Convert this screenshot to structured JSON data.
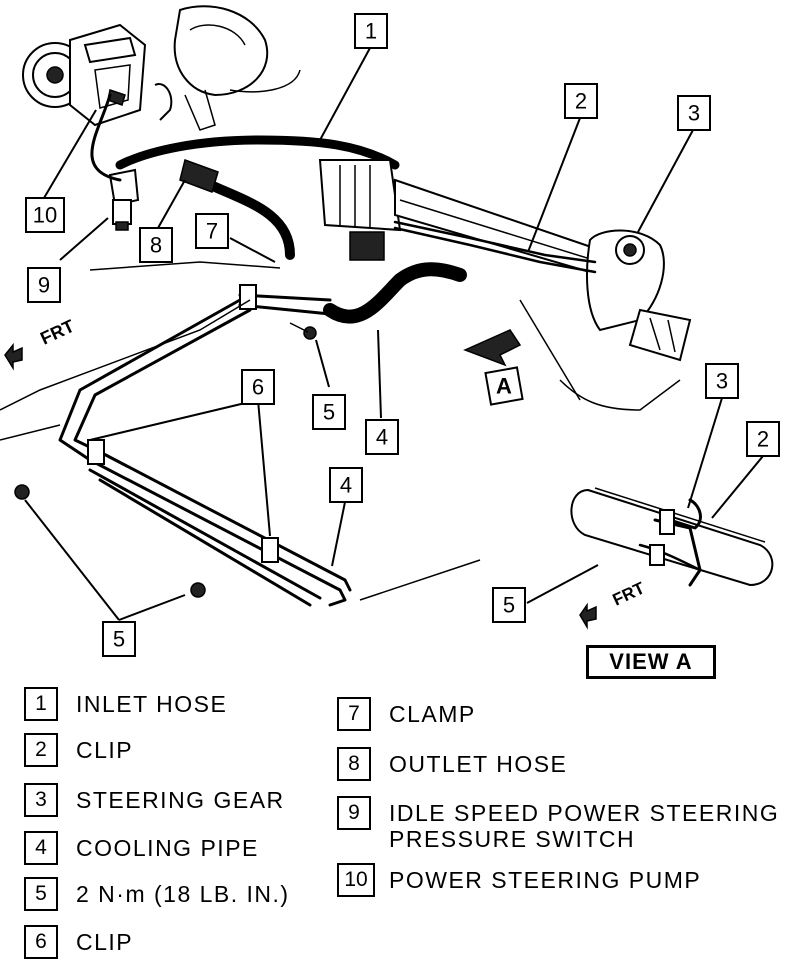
{
  "callouts": {
    "c1": "1",
    "c2": "2",
    "c3": "3",
    "c4a": "4",
    "c4b": "4",
    "c5a": "5",
    "c5b": "5",
    "c5c": "5",
    "c6": "6",
    "c7": "7",
    "c8": "8",
    "c9": "9",
    "c10": "10",
    "c3v": "3",
    "c2v": "2",
    "view_tag": "A"
  },
  "direction": {
    "front_main": "FRT",
    "front_view": "FRT"
  },
  "view_label": "VIEW A",
  "legend": [
    {
      "num": "1",
      "label": "INLET HOSE"
    },
    {
      "num": "2",
      "label": "CLIP"
    },
    {
      "num": "3",
      "label": "STEERING GEAR"
    },
    {
      "num": "4",
      "label": "COOLING PIPE"
    },
    {
      "num": "5",
      "label": "2 N·m (18 LB. IN.)"
    },
    {
      "num": "6",
      "label": "CLIP"
    },
    {
      "num": "7",
      "label": "CLAMP"
    },
    {
      "num": "8",
      "label": "OUTLET HOSE"
    },
    {
      "num": "9",
      "label": "IDLE SPEED POWER STEERING PRESSURE SWITCH"
    },
    {
      "num": "10",
      "label": "POWER STEERING PUMP"
    }
  ]
}
